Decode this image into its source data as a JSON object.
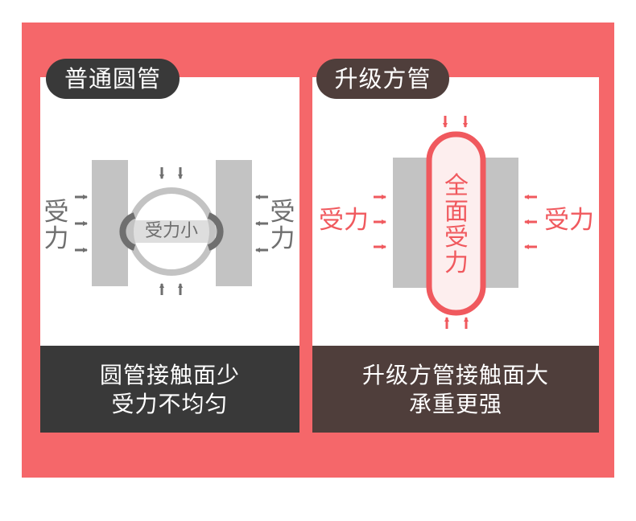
{
  "colors": {
    "frame": "#f5676a",
    "dark": "#393939",
    "brown": "#4f3e3b",
    "gray": "#c3c3c3",
    "arrow_gray": "#6f6f6f",
    "accent": "#f0595e"
  },
  "left_panel": {
    "tag": "普通圆管",
    "force_left": "受力",
    "force_right": "受力",
    "center_label": "受力小",
    "caption_line1": "圆管接触面少",
    "caption_line2": "受力不均匀"
  },
  "right_panel": {
    "tag": "升级方管",
    "force_left": "受力",
    "force_right": "受力",
    "center_label": "全面受力",
    "caption_line1": "升级方管接触面大",
    "caption_line2": "承重更强"
  }
}
